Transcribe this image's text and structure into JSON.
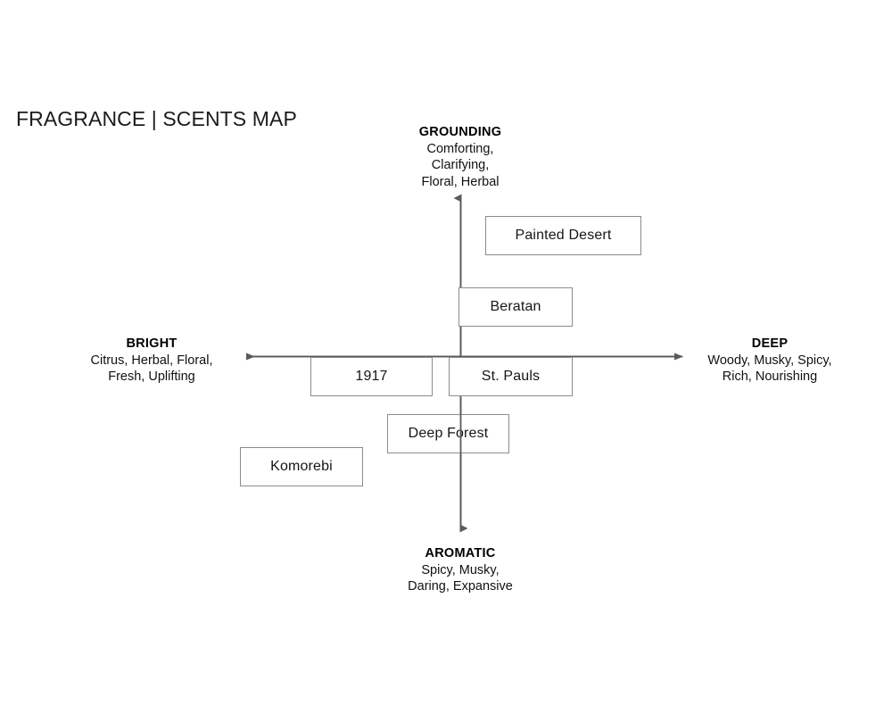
{
  "title": "FRAGRANCE | SCENTS MAP",
  "colors": {
    "background": "#ffffff",
    "axis": "#5a5a5a",
    "box_border": "#8c8c8c",
    "text": "#161616",
    "title_text": "#1b1b1b"
  },
  "axes": {
    "vertical": {
      "top_pole": {
        "name": "GROUNDING",
        "descriptors": "Comforting,\nClarifying,\nFloral, Herbal"
      },
      "bottom_pole": {
        "name": "AROMATIC",
        "descriptors": "Spicy, Musky,\nDaring, Expansive"
      }
    },
    "horizontal": {
      "left_pole": {
        "name": "BRIGHT",
        "descriptors": "Citrus, Herbal, Floral,\nFresh, Uplifting"
      },
      "right_pole": {
        "name": "DEEP",
        "descriptors": "Woody, Musky, Spicy,\nRich, Nourishing"
      }
    }
  },
  "chart_data": {
    "type": "scatter",
    "title": "FRAGRANCE | SCENTS MAP",
    "xlabel": "BRIGHT ↔ DEEP",
    "ylabel": "AROMATIC ↔ GROUNDING",
    "xlim": [
      -1,
      1
    ],
    "ylim": [
      -1,
      1
    ],
    "grid": false,
    "legend": "none",
    "annotations": [
      "GROUNDING: Comforting, Clarifying, Floral, Herbal",
      "AROMATIC: Spicy, Musky, Daring, Expansive",
      "BRIGHT: Citrus, Herbal, Floral, Fresh, Uplifting",
      "DEEP: Woody, Musky, Spicy, Rich, Nourishing"
    ],
    "points": [
      {
        "label": "Painted Desert",
        "x": 0.46,
        "y": 0.71
      },
      {
        "label": "Beratan",
        "x": 0.23,
        "y": 0.39
      },
      {
        "label": "1917",
        "x": -0.43,
        "y": -0.05
      },
      {
        "label": "St. Pauls",
        "x": 0.14,
        "y": -0.05
      },
      {
        "label": "Deep Forest",
        "x": -0.02,
        "y": -0.27
      },
      {
        "label": "Komorebi",
        "x": -0.65,
        "y": -0.48
      }
    ]
  },
  "products": [
    {
      "name": "Painted Desert"
    },
    {
      "name": "Beratan"
    },
    {
      "name": "1917"
    },
    {
      "name": "St. Pauls"
    },
    {
      "name": "Deep Forest"
    },
    {
      "name": "Komorebi"
    }
  ]
}
